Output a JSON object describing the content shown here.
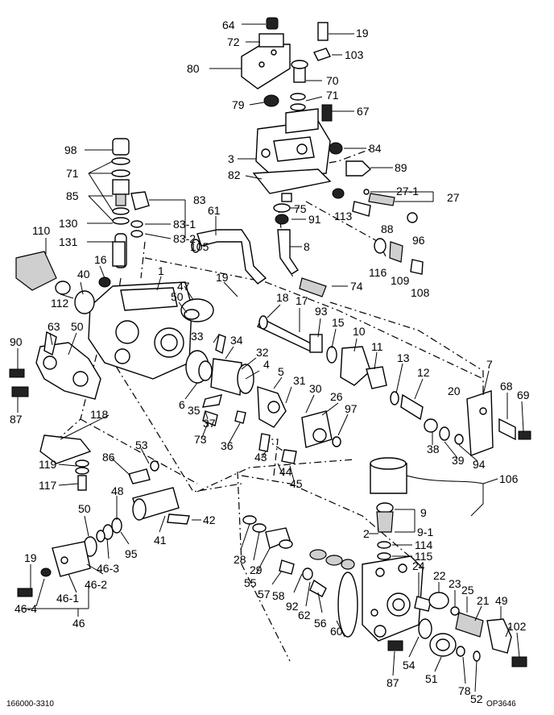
{
  "labels": {
    "64": "64",
    "19a": "19",
    "72": "72",
    "103": "103",
    "80": "80",
    "70": "70",
    "71a": "71",
    "79": "79",
    "67": "67",
    "3": "3",
    "84": "84",
    "89": "89",
    "82": "82",
    "27-1": "27-1",
    "27": "27",
    "98": "98",
    "71b": "71",
    "85": "85",
    "83": "83",
    "83-1": "83-1",
    "83-2": "83-2",
    "130": "130",
    "61": "61",
    "75": "75",
    "113": "113",
    "91": "91",
    "88": "88",
    "96": "96",
    "110": "110",
    "131": "131",
    "105": "105",
    "8": "8",
    "116": "116",
    "109": "109",
    "108": "108",
    "40": "40",
    "16": "16",
    "1": "1",
    "74": "74",
    "112": "112",
    "47": "47",
    "50a": "50",
    "19b": "19",
    "18": "18",
    "17": "17",
    "93": "93",
    "63": "63",
    "50b": "50",
    "15": "15",
    "10": "10",
    "90": "90",
    "33": "33",
    "34": "34",
    "32": "32",
    "11": "11",
    "13": "13",
    "4": "4",
    "7": "7",
    "12": "12",
    "87a": "87",
    "5": "5",
    "31": "31",
    "20": "20",
    "68": "68",
    "69": "69",
    "6": "6",
    "35": "35",
    "30": "30",
    "26": "26",
    "97": "97",
    "37": "37",
    "118": "118",
    "73": "73",
    "36": "36",
    "38": "38",
    "39": "39",
    "94": "94",
    "53": "53",
    "43": "43",
    "86": "86",
    "44": "44",
    "119": "119",
    "45": "45",
    "106": "106",
    "117": "117",
    "48": "48",
    "9": "9",
    "50c": "50",
    "42": "42",
    "9-1": "9-1",
    "41": "41",
    "46-3": "46-3",
    "95": "95",
    "2": "2",
    "114": "114",
    "115": "115",
    "28": "28",
    "29": "29",
    "24": "24",
    "19c": "19",
    "22": "22",
    "55": "55",
    "23": "23",
    "46-2": "46-2",
    "57": "57",
    "58": "58",
    "25": "25",
    "49": "49",
    "46-1": "46-1",
    "92": "92",
    "21": "21",
    "46-4": "46-4",
    "62": "62",
    "56": "56",
    "60": "60",
    "102": "102",
    "46": "46",
    "54": "54",
    "51": "51",
    "87b": "87",
    "78": "78",
    "52": "52"
  },
  "footer": {
    "code_left": "166000-3310",
    "code_right": "OP3646"
  }
}
